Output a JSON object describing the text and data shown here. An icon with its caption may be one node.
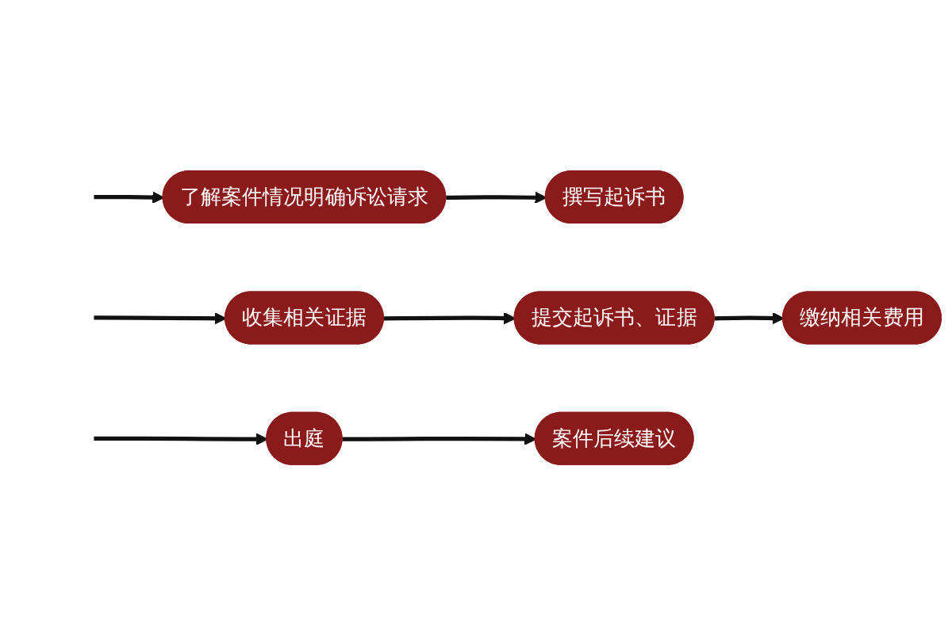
{
  "diagram": {
    "nodes": [
      {
        "text": [
          "了解案件情况明确诉讼请求"
        ]
      },
      {
        "text": [
          "撰写起诉书"
        ]
      },
      {
        "text": [
          "收集相关证据"
        ]
      },
      {
        "text": [
          "提交起诉书、证据"
        ]
      },
      {
        "text": [
          "缴纳相关费用"
        ]
      },
      {
        "text": [
          "出庭"
        ]
      },
      {
        "text": [
          "案件后续建议"
        ]
      }
    ],
    "edges": [
      {
        "from": null,
        "to": 0,
        "arrow": "to"
      },
      {
        "from": 0,
        "to": 1,
        "arrow": "to"
      },
      {
        "from": null,
        "to": 2,
        "arrow": "to"
      },
      {
        "from": 2,
        "to": 3,
        "arrow": "to"
      },
      {
        "from": 3,
        "to": 4,
        "arrow": "to"
      },
      {
        "from": null,
        "to": 5,
        "arrow": "to"
      },
      {
        "from": 5,
        "to": 6,
        "arrow": "to"
      }
    ]
  }
}
